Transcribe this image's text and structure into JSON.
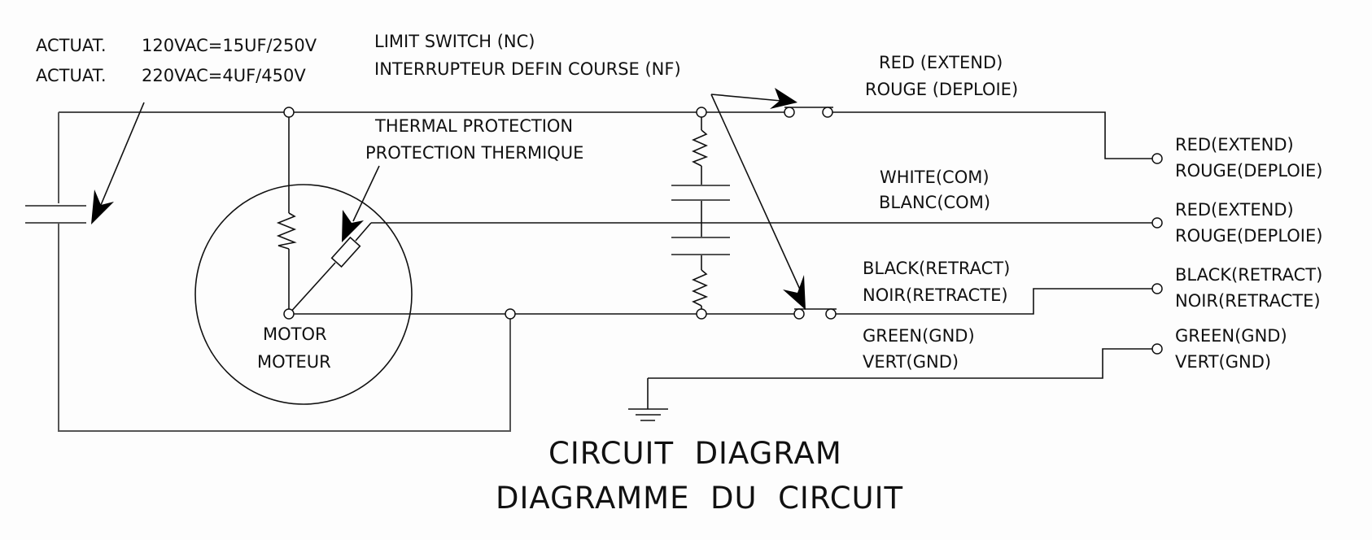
{
  "capacitor_note": {
    "line1_prefix": "ACTUAT.",
    "line1_value": "120VAC=15UF/250V",
    "line2_prefix": "ACTUAT.",
    "line2_value": "220VAC=4UF/450V"
  },
  "limit_switch": {
    "line1": "LIMIT SWITCH (NC)",
    "line2": "INTERRUPTEUR DEFIN COURSE (NF)"
  },
  "thermal_protection": {
    "line1": "THERMAL PROTECTION",
    "line2": "PROTECTION THERMIQUE"
  },
  "motor": {
    "line1": "MOTOR",
    "line2": "MOTEUR"
  },
  "inline_labels": {
    "red_extend": {
      "line1": "RED (EXTEND)",
      "line2": "ROUGE (DEPLOIE)"
    },
    "white_com": {
      "line1": "WHITE(COM)",
      "line2": "BLANC(COM)"
    },
    "black_retract": {
      "line1": "BLACK(RETRACT)",
      "line2": "NOIR(RETRACTE)"
    },
    "green_gnd": {
      "line1": "GREEN(GND)",
      "line2": "VERT(GND)"
    }
  },
  "terminals": [
    {
      "line1": "RED(EXTEND)",
      "line2": "ROUGE(DEPLOIE)"
    },
    {
      "line1": "RED(EXTEND)",
      "line2": "ROUGE(DEPLOIE)"
    },
    {
      "line1": "BLACK(RETRACT)",
      "line2": "NOIR(RETRACTE)"
    },
    {
      "line1": "GREEN(GND)",
      "line2": "VERT(GND)"
    }
  ],
  "title": {
    "line1": "CIRCUIT  DIAGRAM",
    "line2": "DIAGRAMME  DU  CIRCUIT"
  },
  "colors": {
    "ink": "#111111",
    "background": "#fdfdfd"
  }
}
